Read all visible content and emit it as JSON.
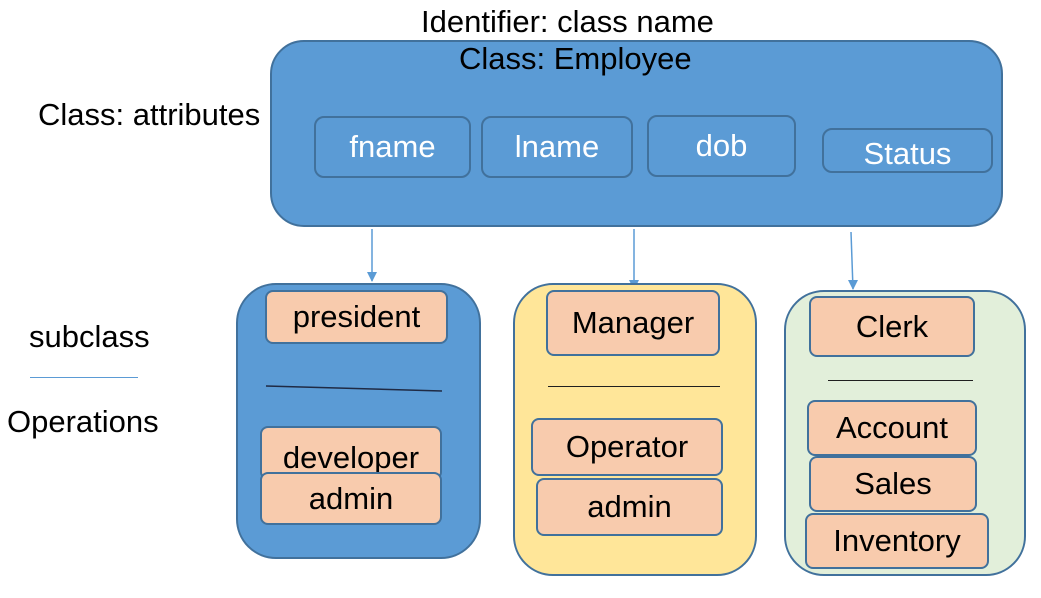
{
  "header": {
    "identifier_title": "Identifier: class name",
    "class_title": "Class: Employee"
  },
  "legend": {
    "attributes_label": "Class: attributes",
    "subclass_label": "subclass",
    "operations_label": "Operations"
  },
  "attributes": [
    "fname",
    "lname",
    "dob",
    "Status"
  ],
  "subclasses": [
    {
      "name": "president",
      "operations": [
        "developer",
        "admin"
      ],
      "color": "#5b9bd5"
    },
    {
      "name": "Manager",
      "operations": [
        "Operator",
        "admin"
      ],
      "color": "#ffe699"
    },
    {
      "name": "Clerk",
      "operations": [
        "Account",
        "Sales",
        "Inventory"
      ],
      "color": "#e2efda"
    }
  ],
  "colors": {
    "class_fill": "#5b9bd5",
    "border": "#41719c",
    "item_fill": "#f8cbad",
    "arrow": "#5b9bd5"
  }
}
